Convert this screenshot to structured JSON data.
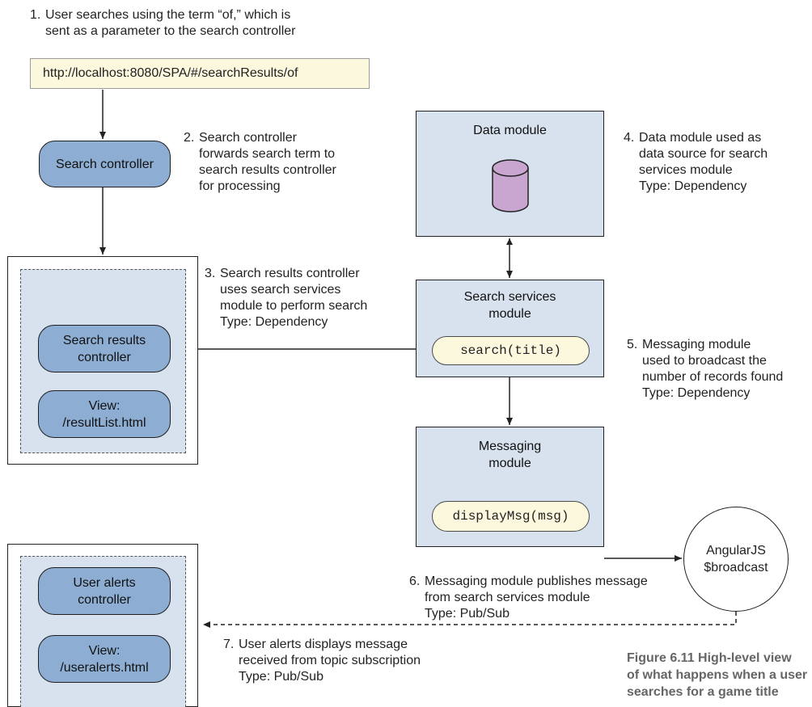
{
  "notes": {
    "n1": {
      "num": "1.",
      "lines": [
        "User searches using the term “of,” which is",
        "sent as a parameter to the search controller"
      ]
    },
    "n2": {
      "num": "2.",
      "lines": [
        "Search controller",
        "forwards search term to",
        "search results controller",
        "for processing"
      ]
    },
    "n3": {
      "num": "3.",
      "lines": [
        "Search results controller",
        "uses search services",
        "module to perform search",
        "Type: Dependency"
      ]
    },
    "n4": {
      "num": "4.",
      "lines": [
        "Data module used as",
        "data source for search",
        "services module",
        "Type: Dependency"
      ]
    },
    "n5": {
      "num": "5.",
      "lines": [
        "Messaging module",
        "used to broadcast the",
        "number of records found",
        "Type: Dependency"
      ]
    },
    "n6": {
      "num": "6.",
      "lines": [
        "Messaging module publishes message",
        "from search services module",
        "Type: Pub/Sub"
      ]
    },
    "n7": {
      "num": "7.",
      "lines": [
        "User alerts displays message",
        "received from topic subscription",
        "Type: Pub/Sub"
      ]
    }
  },
  "url": "http://localhost:8080/SPA/#/searchResults/of",
  "search_controller": "Search controller",
  "search_results": {
    "controller": [
      "Search results",
      "controller"
    ],
    "view": [
      "View:",
      "/resultList.html"
    ]
  },
  "user_alerts": {
    "controller": [
      "User alerts",
      "controller"
    ],
    "view": [
      "View:",
      "/useralerts.html"
    ]
  },
  "data_module": {
    "title": "Data module"
  },
  "search_services": {
    "title": [
      "Search services",
      "module"
    ],
    "method": "search(title)"
  },
  "messaging": {
    "title": [
      "Messaging",
      "module"
    ],
    "method": "displayMsg(msg)"
  },
  "broadcast": [
    "AngularJS",
    "$broadcast"
  ],
  "caption": [
    "Figure 6.11  High-level view",
    "of what happens when a user",
    "searches for a game title"
  ],
  "colors": {
    "pill_fill": "#8daed2",
    "panel_fill": "#d7e2ee",
    "light_fill": "#fbf8dd",
    "cylinder_fill": "#c9a6cf",
    "caption": "#666666"
  }
}
